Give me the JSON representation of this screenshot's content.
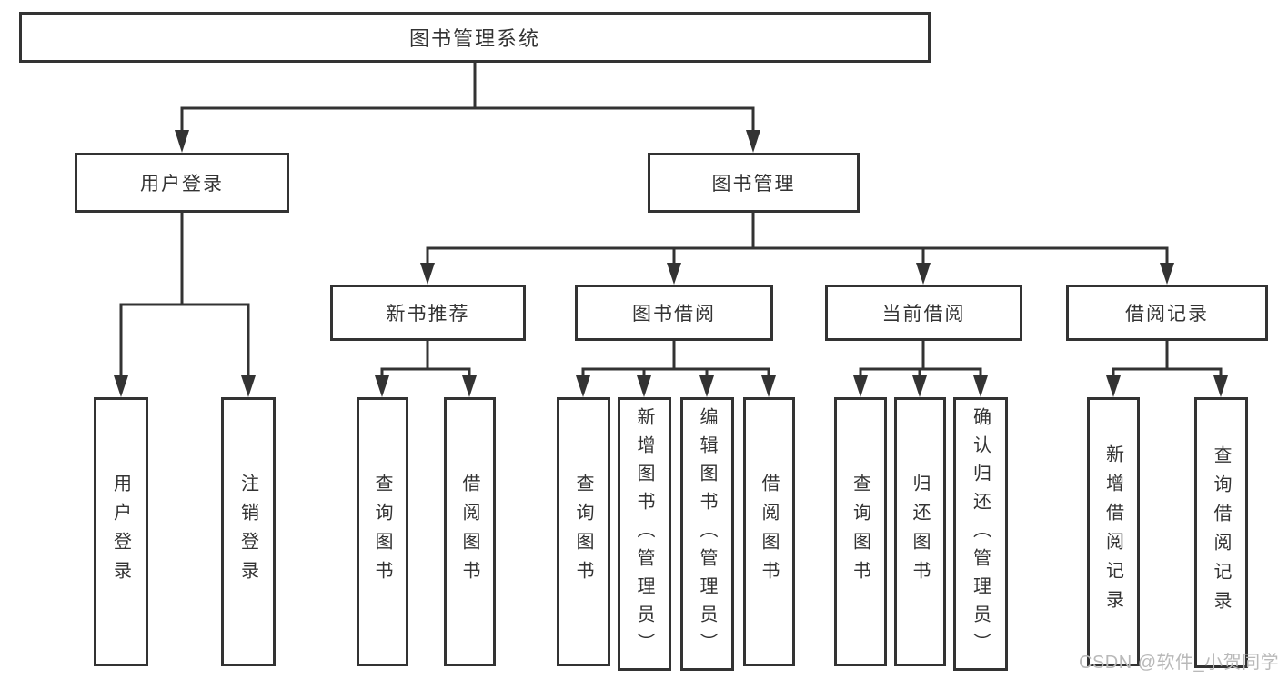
{
  "diagram": {
    "root": "图书管理系统",
    "user": {
      "label": "用户登录",
      "login": "用户登录",
      "logout": "注销登录"
    },
    "book": {
      "label": "图书管理",
      "recommend": {
        "label": "新书推荐",
        "query": "查询图书",
        "lend": "借阅图书"
      },
      "borrow": {
        "label": "图书借阅",
        "query": "查询图书",
        "add": "新增图书（管理员）",
        "edit": "编辑图书（管理员）",
        "lend": "借阅图书"
      },
      "current": {
        "label": "当前借阅",
        "query": "查询图书",
        "return": "归还图书",
        "confirm": "确认归还（管理员）"
      },
      "records": {
        "label": "借阅记录",
        "add": "新增借阅记录",
        "query": "查询借阅记录"
      }
    }
  },
  "watermark": "CSDN @软件_小贺同学",
  "colors": {
    "line": "#333333",
    "text": "#333333",
    "box_fill": "#ffffff",
    "watermark": "#b9b9b9",
    "background": "#ffffff"
  }
}
